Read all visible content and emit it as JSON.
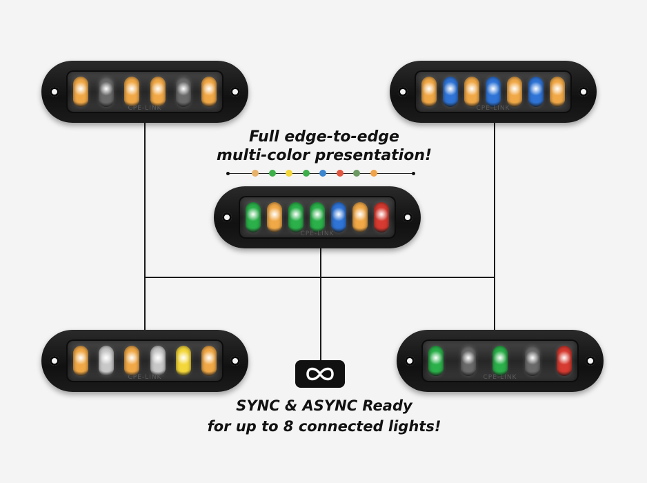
{
  "headline": {
    "line1": "Full edge-to-edge",
    "line2": "multi-color presentation!"
  },
  "color_dots": [
    "#e7b26a",
    "#3db04a",
    "#f4d73b",
    "#3db04a",
    "#3c86cf",
    "#e4553f",
    "#6b9a62",
    "#f0a34a"
  ],
  "lights": [
    {
      "id": "top-left",
      "brand": "CPE-LINK",
      "leds": [
        "#f1a948",
        "#6a6a6a",
        "#f1a948",
        "#f1a948",
        "#6a6a6a",
        "#f1a948"
      ]
    },
    {
      "id": "top-right",
      "brand": "CPE-LINK",
      "leds": [
        "#f1a948",
        "#2f74d6",
        "#f1a948",
        "#2f74d6",
        "#f1a948",
        "#2f74d6",
        "#f1a948"
      ]
    },
    {
      "id": "center",
      "brand": "CPE-LINK",
      "leds": [
        "#2bb04a",
        "#f1a948",
        "#2bb04a",
        "#2bb04a",
        "#2f74d6",
        "#f1a948",
        "#d63a30"
      ]
    },
    {
      "id": "bottom-left",
      "brand": "CPE-LINK",
      "leds": [
        "#f1a948",
        "#c8c8c8",
        "#f1a948",
        "#c8c8c8",
        "#f4d73b",
        "#f1a948"
      ]
    },
    {
      "id": "bottom-right",
      "brand": "CPE-LINK",
      "leds": [
        "#2bb04a",
        "#6a6a6a",
        "#2bb04a",
        "#6a6a6a",
        "#d63a30"
      ]
    }
  ],
  "sync_icon": "infinity-icon",
  "footer": {
    "line1": "SYNC & ASYNC Ready",
    "line2": "for up to 8 connected lights!"
  }
}
